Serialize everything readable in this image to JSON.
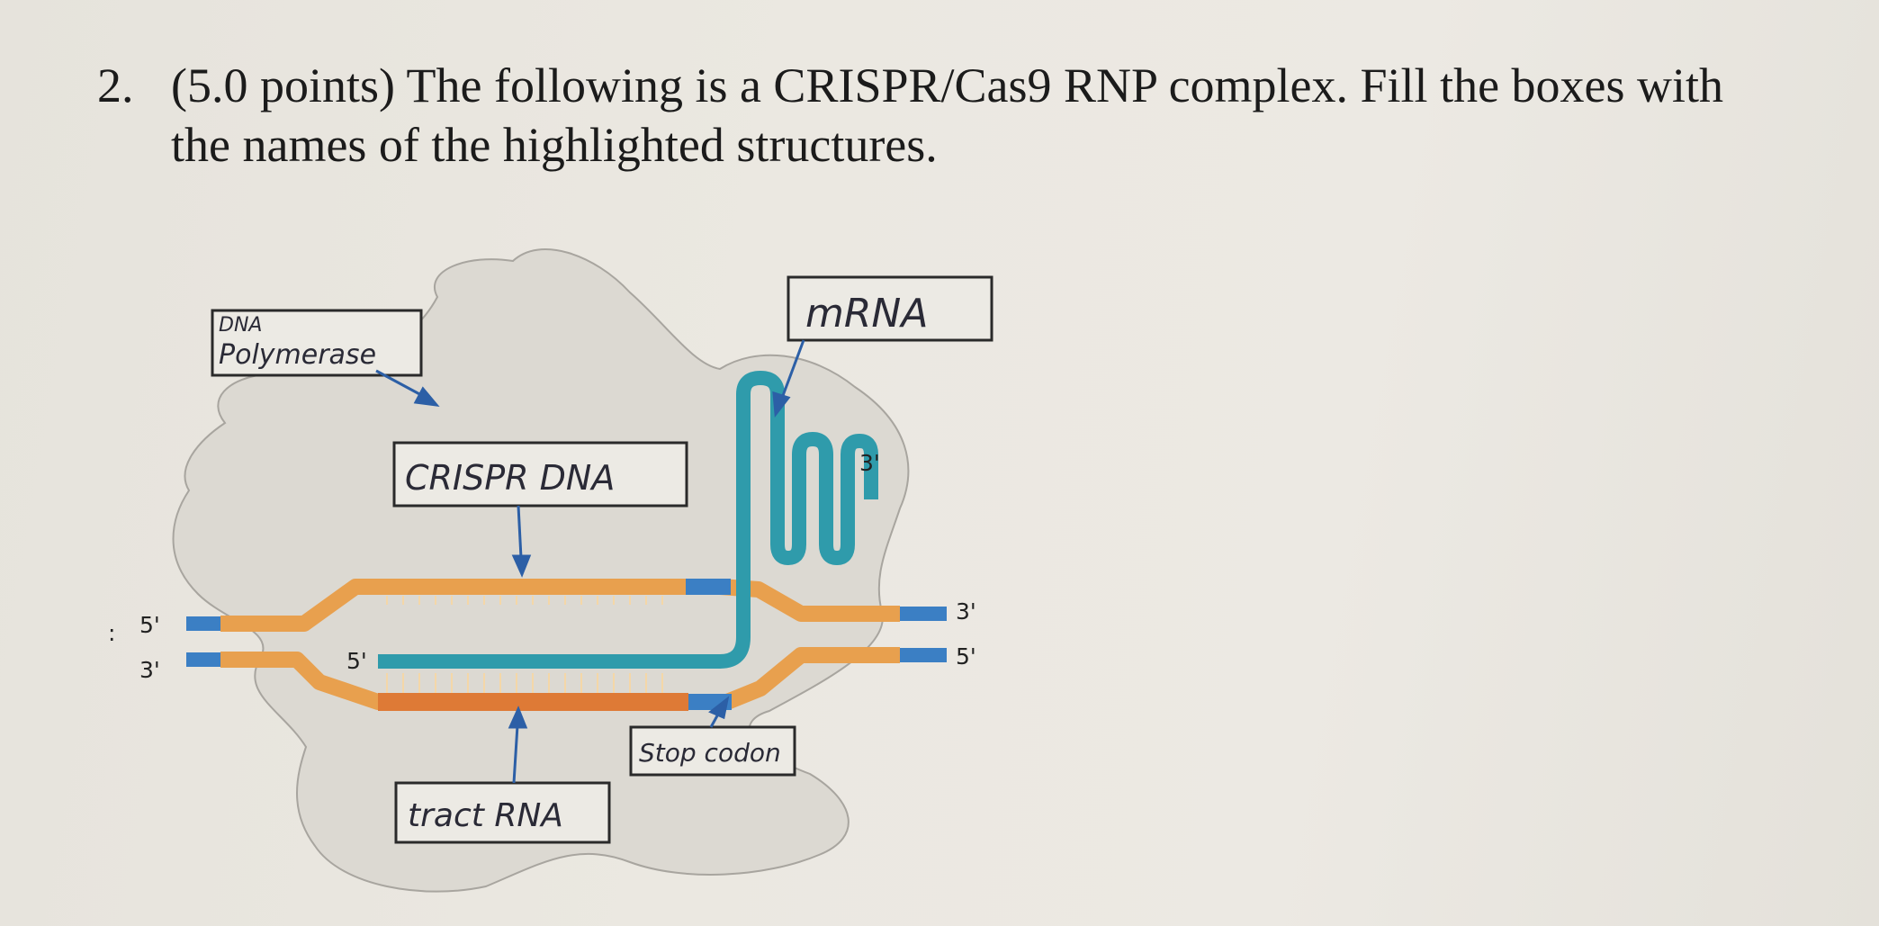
{
  "question": {
    "number": "2.",
    "line1": "(5.0 points) The following is a CRISPR/Cas9 RNP complex. Fill the boxes with",
    "line2": "the names of the highlighted structures."
  },
  "labels": {
    "dna_top_left": "5'",
    "dna_bottom_left": "3'",
    "dna_top_right": "3'",
    "dna_bottom_right": "5'",
    "rna_5prime": "5'",
    "rna_3prime": "3'"
  },
  "answers": {
    "box1_line1": "DNA",
    "box1_line2": "Polymerase",
    "box2": "mRNA",
    "box3": "CRISPR DNA",
    "box4": "Stop codon",
    "box5": "tract RNA"
  },
  "colors": {
    "protein_blob": "#dcd9d2",
    "dna_orange": "#e8a04e",
    "dna_dark_orange": "#de7a36",
    "pam_blue": "#3b7fc4",
    "rna_teal": "#2f9bab",
    "arrow_blue": "#2c5fa6",
    "ink": "#2a2a36"
  }
}
